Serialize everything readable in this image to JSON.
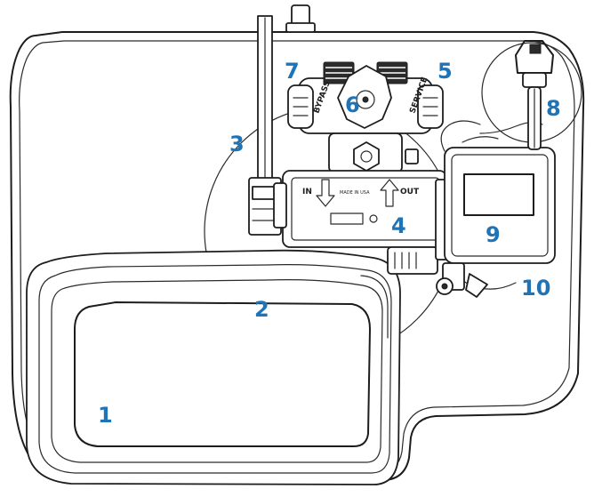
{
  "callouts": [
    {
      "id": "1",
      "label": "1"
    },
    {
      "id": "2",
      "label": "2"
    },
    {
      "id": "3",
      "label": "3"
    },
    {
      "id": "4",
      "label": "4"
    },
    {
      "id": "5",
      "label": "5"
    },
    {
      "id": "6",
      "label": "6"
    },
    {
      "id": "7",
      "label": "7"
    },
    {
      "id": "8",
      "label": "8"
    },
    {
      "id": "9",
      "label": "9"
    },
    {
      "id": "10",
      "label": "10"
    }
  ],
  "valve_labels": {
    "inlet": "IN",
    "outlet": "OUT",
    "made_in": "MADE IN USA",
    "bypass_left": "BYPASS",
    "bypass_right": "SERVICE"
  },
  "colors": {
    "callout": "#1f73b7",
    "line": "#1d1d1d"
  }
}
